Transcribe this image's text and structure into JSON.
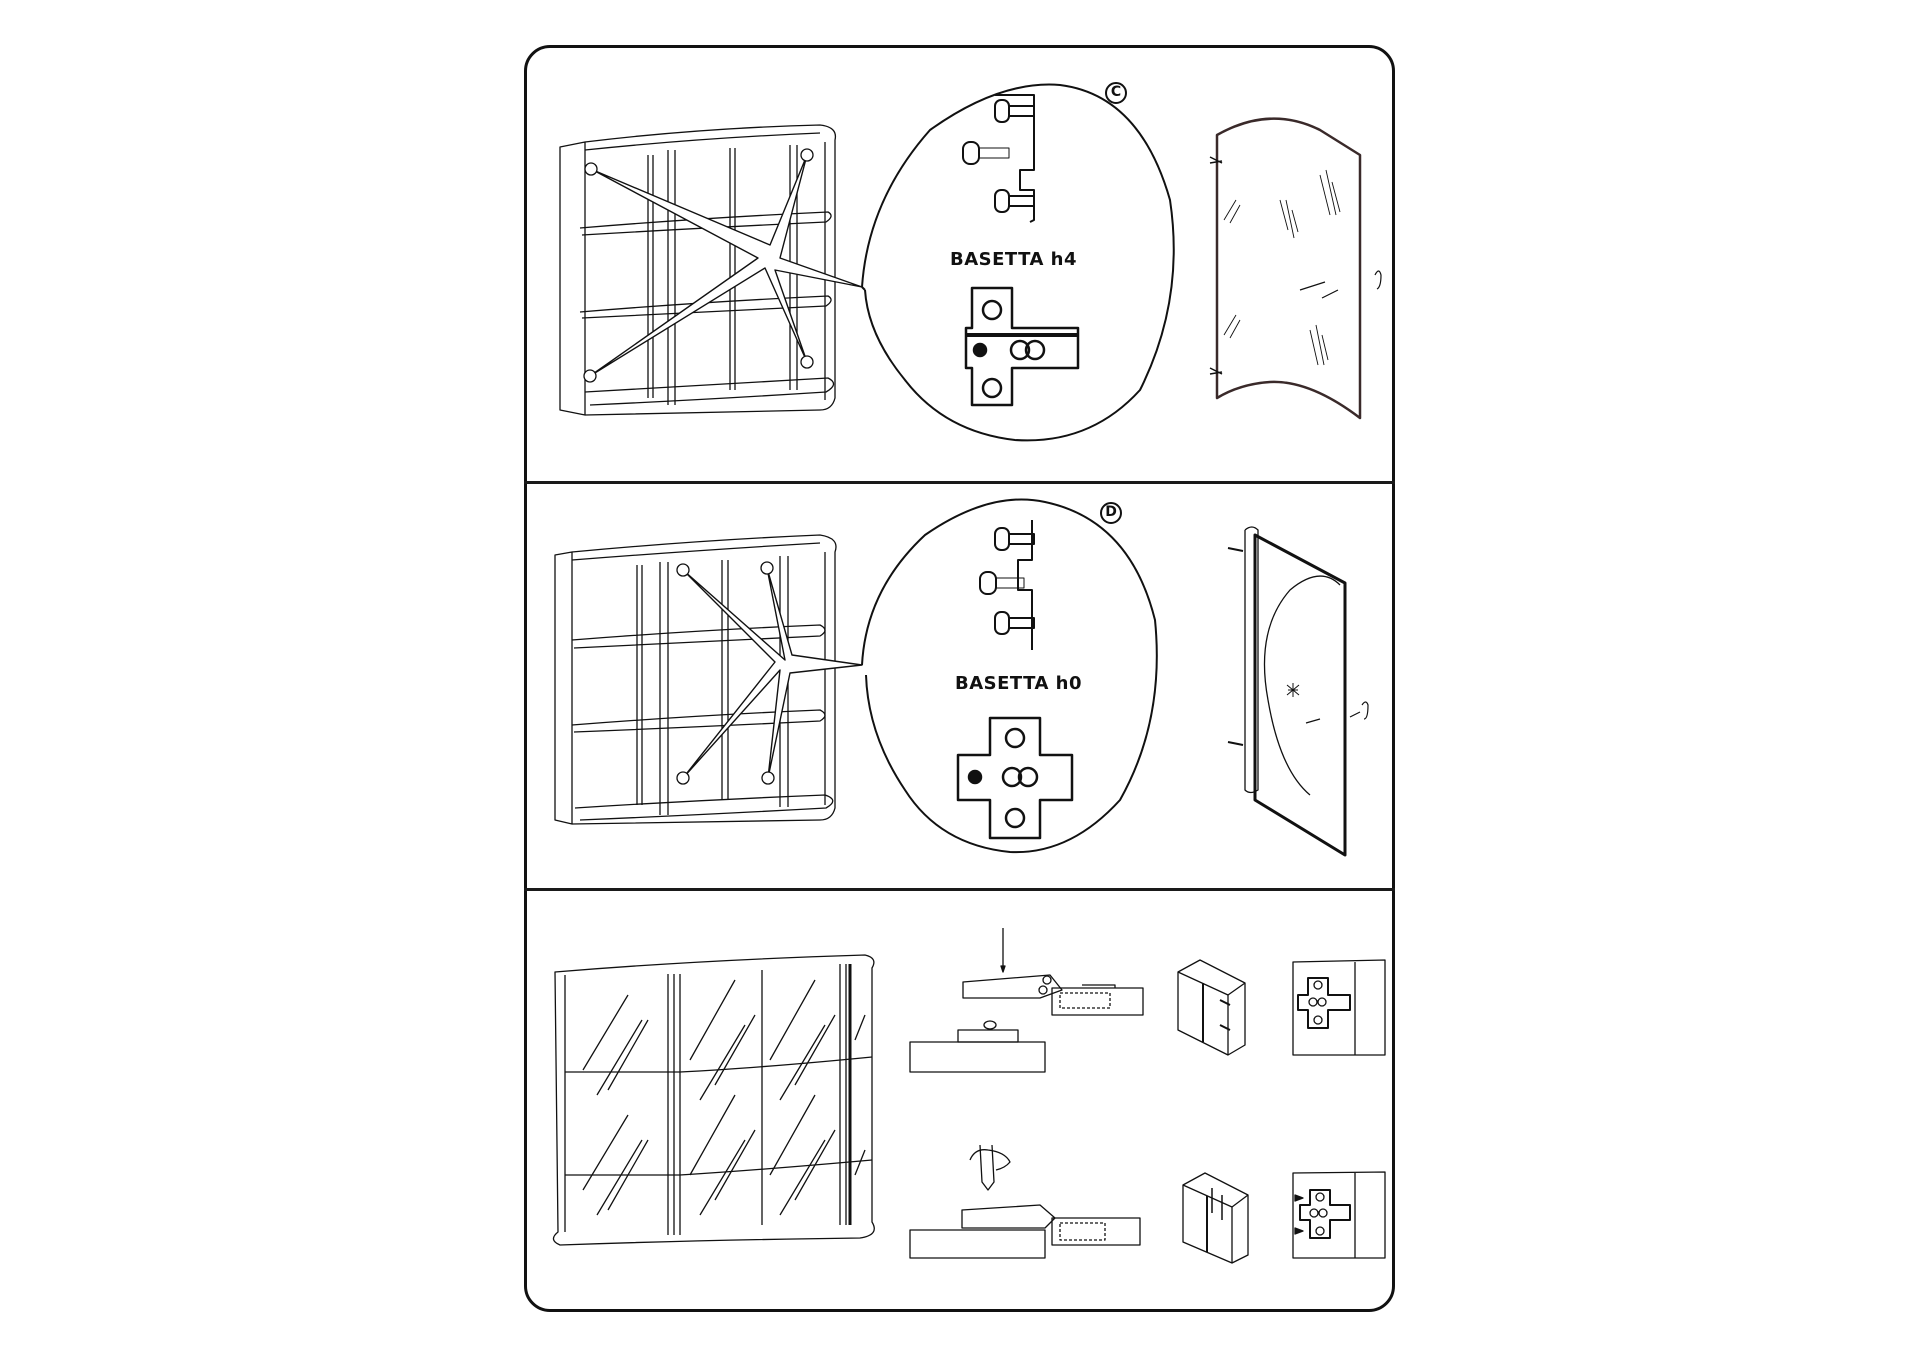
{
  "document": {
    "type": "assembly-instructions",
    "panels": [
      {
        "id": "C",
        "marker": "C",
        "detail_label": "BASETTA h4",
        "description": "Curved glass door with 4 hinge points; hinge plate h4 detail",
        "hinge_plate": "h4"
      },
      {
        "id": "D",
        "marker": "D",
        "detail_label": "BASETTA h0",
        "description": "Central glass doors with 4 hinge points; hinge plate h0 detail",
        "hinge_plate": "h0"
      },
      {
        "id": "E",
        "description": "Assembled cabinet and hinge adjustment steps",
        "steps": [
          "clip-hinge-onto-plate",
          "tighten-screw-with-screwdriver",
          "adjust-lateral",
          "adjust-vertical"
        ]
      }
    ]
  },
  "colors": {
    "line": "#111111",
    "background": "#ffffff",
    "door_edge": "#3a2a2a"
  }
}
